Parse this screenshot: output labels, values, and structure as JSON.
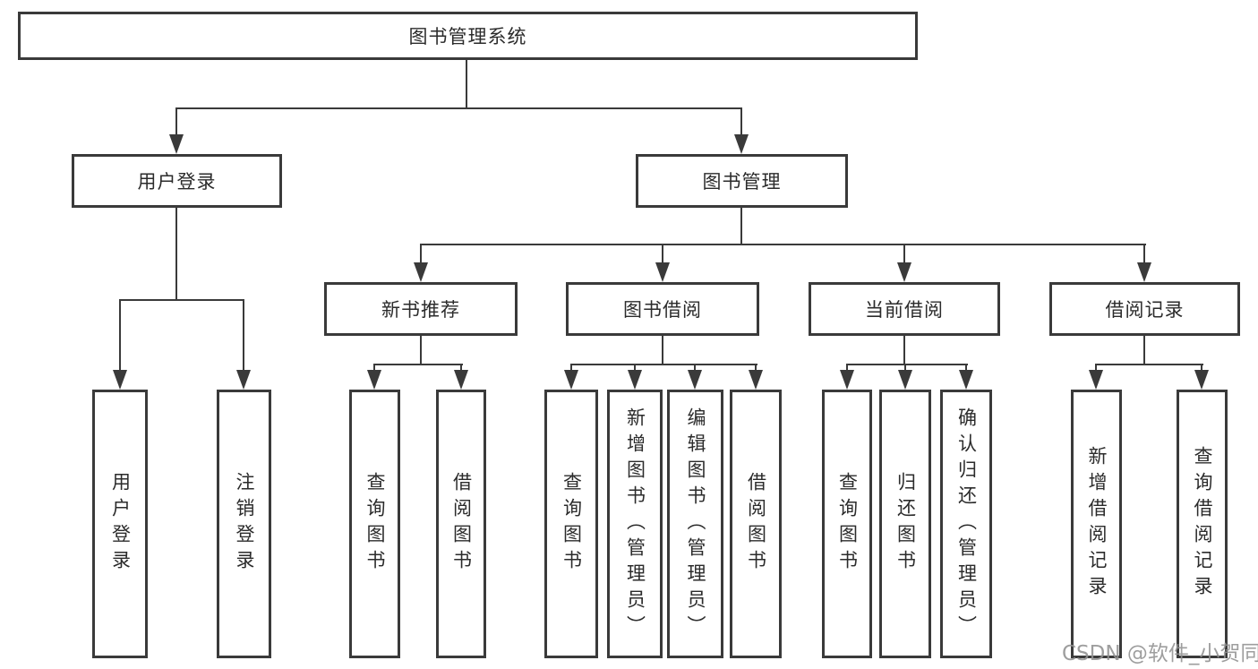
{
  "diagram": {
    "root": {
      "label": "图书管理系统"
    },
    "level2": {
      "user_login": {
        "label": "用户登录"
      },
      "book_mgmt": {
        "label": "图书管理"
      }
    },
    "level3": {
      "new_book": {
        "label": "新书推荐"
      },
      "borrow": {
        "label": "图书借阅"
      },
      "current": {
        "label": "当前借阅"
      },
      "records": {
        "label": "借阅记录"
      }
    },
    "leaves": {
      "user_login": [
        "用户登录",
        "注销登录"
      ],
      "new_book": [
        "查询图书",
        "借阅图书"
      ],
      "borrow": [
        "查询图书",
        "新增图书（管理员）",
        "编辑图书（管理员）",
        "借阅图书"
      ],
      "current": [
        "查询图书",
        "归还图书",
        "确认归还（管理员）"
      ],
      "records": [
        "新增借阅记录",
        "查询借阅记录"
      ]
    }
  },
  "watermark": {
    "text": "CSDN @软件_小贺同学"
  },
  "colors": {
    "line": "#3a3a3a",
    "text": "#2b2b2b",
    "background": "#ffffff",
    "watermark": "#919191"
  }
}
